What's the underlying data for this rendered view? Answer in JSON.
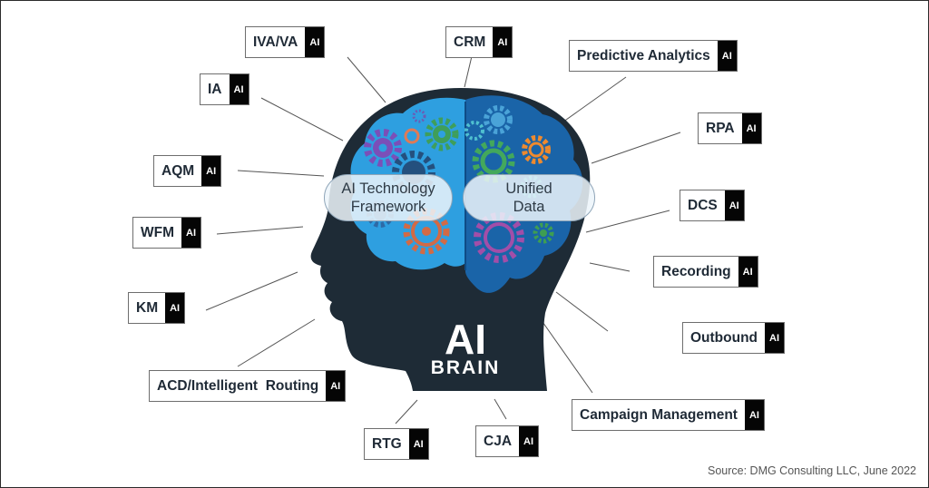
{
  "labels": [
    {
      "id": "iva-va",
      "text": "IVA/VA",
      "badge": "AI"
    },
    {
      "id": "crm",
      "text": "CRM",
      "badge": "AI"
    },
    {
      "id": "predictive-analytics",
      "text": "Predictive Analytics",
      "badge": "AI"
    },
    {
      "id": "ia",
      "text": "IA",
      "badge": "AI"
    },
    {
      "id": "rpa",
      "text": "RPA",
      "badge": "AI"
    },
    {
      "id": "aqm",
      "text": "AQM",
      "badge": "AI"
    },
    {
      "id": "dcs",
      "text": "DCS",
      "badge": "AI"
    },
    {
      "id": "wfm",
      "text": "WFM",
      "badge": "AI"
    },
    {
      "id": "recording",
      "text": "Recording",
      "badge": "AI"
    },
    {
      "id": "km",
      "text": "KM",
      "badge": "AI"
    },
    {
      "id": "outbound",
      "text": "Outbound",
      "badge": "AI"
    },
    {
      "id": "acd",
      "text": "ACD/Intelligent  Routing",
      "badge": "AI"
    },
    {
      "id": "campaign-management",
      "text": "Campaign Management",
      "badge": "AI"
    },
    {
      "id": "rtg",
      "text": "RTG",
      "badge": "AI"
    },
    {
      "id": "cja",
      "text": "CJA",
      "badge": "AI"
    }
  ],
  "brain": {
    "left_pill": [
      "AI Technology",
      "Framework"
    ],
    "right_pill": [
      "Unified",
      "Data"
    ],
    "big_text": "AI",
    "sub_text": "BRAIN"
  },
  "source": "Source: DMG Consulting LLC, June 2022",
  "colors": {
    "head": "#1e2b36",
    "brain_left": "#2e9fe0",
    "brain_right": "#1a64a8",
    "badge": "#050505"
  }
}
